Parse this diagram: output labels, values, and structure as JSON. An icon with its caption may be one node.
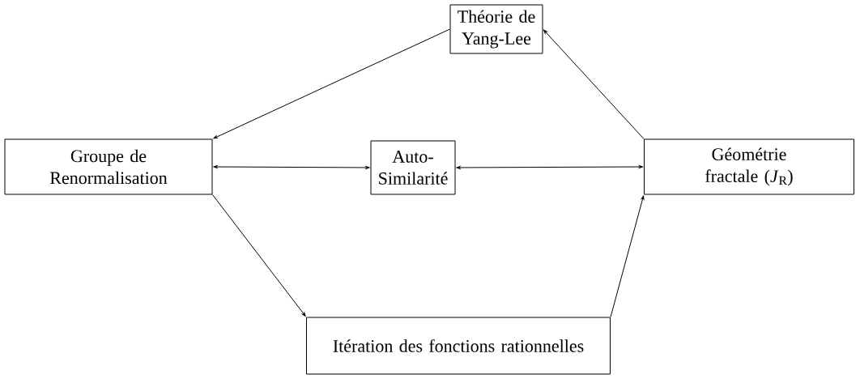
{
  "diagram": {
    "nodes": [
      {
        "text": [
          "Théorie de Yang-Lee"
        ]
      },
      {
        "text": [
          "Groupe de Renormalisation"
        ]
      },
      {
        "text": [
          "Auto-Similarité"
        ]
      },
      {
        "text": [
          "Géométrie fractale (*J*$_{R}$)"
        ]
      },
      {
        "text": [
          "Itération des fonctions rationnelles"
        ]
      }
    ],
    "edges": [
      {
        "from": 0,
        "to": 1,
        "arrow": "to"
      },
      {
        "from": 1,
        "to": 2,
        "arrow": "both"
      },
      {
        "from": 2,
        "to": 3,
        "arrow": "both"
      },
      {
        "from": 1,
        "to": 4,
        "arrow": "to"
      },
      {
        "from": 4,
        "to": 3,
        "arrow": "to"
      },
      {
        "from": 3,
        "to": 0,
        "arrow": "to"
      }
    ]
  }
}
